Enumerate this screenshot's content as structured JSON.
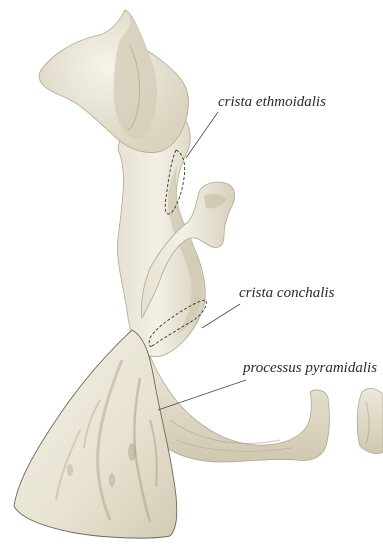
{
  "labels": {
    "crista_ethmoidalis": "crista ethmoidalis",
    "crista_conchalis": "crista conchalis",
    "processus_pyramidalis": "processus pyramidalis"
  },
  "colors": {
    "bone_light": "#efece0",
    "bone_mid": "#dcd7c5",
    "bone_shadow": "#b9b29c",
    "bone_dark": "#8c856f",
    "leader_line": "#4a4a4a",
    "background": "#ffffff"
  }
}
